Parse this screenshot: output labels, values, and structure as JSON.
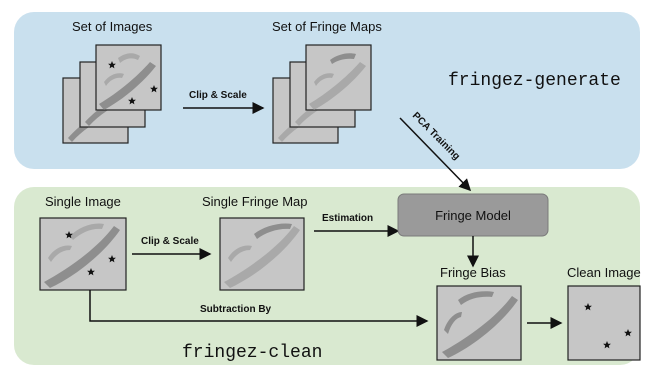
{
  "top_panel": {
    "command": "fringez-generate",
    "set_of_images_label": "Set of Images",
    "set_of_fringe_maps_label": "Set of Fringe Maps",
    "clip_scale_label": "Clip & Scale",
    "pca_training_label": "PCA Training",
    "background_color": "#c9e0ee"
  },
  "bottom_panel": {
    "command": "fringez-clean",
    "single_image_label": "Single Image",
    "single_fringe_map_label": "Single Fringe Map",
    "clip_scale_label": "Clip & Scale",
    "estimation_label": "Estimation",
    "fringe_model_label": "Fringe Model",
    "fringe_bias_label": "Fringe Bias",
    "clean_image_label": "Clean Image",
    "subtraction_label": "Subtraction By",
    "background_color": "#d9e9d0"
  },
  "icons": [
    "star-icon",
    "fringe-streak"
  ]
}
